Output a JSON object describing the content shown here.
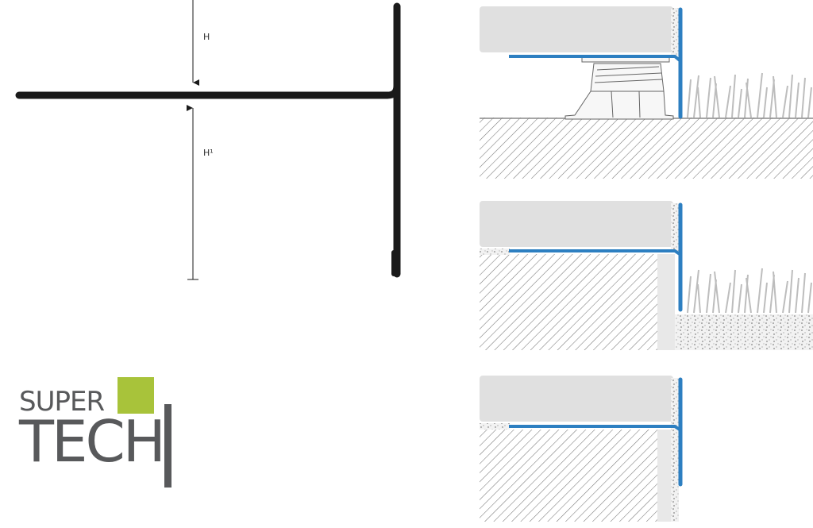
{
  "dimensions": {
    "upper_label": "H",
    "lower_label": "H¹"
  },
  "brand": {
    "line1": "SUPER",
    "line2": "TECH",
    "accent_color": "#a8c33a",
    "text_color": "#58595b"
  },
  "colors": {
    "profile": "#1a1a1a",
    "trim": "#2d7fc1",
    "tile": "#e0e0e0",
    "hatch": "#777777"
  },
  "icons": [
    "grass-icon",
    "pedestal-icon"
  ]
}
